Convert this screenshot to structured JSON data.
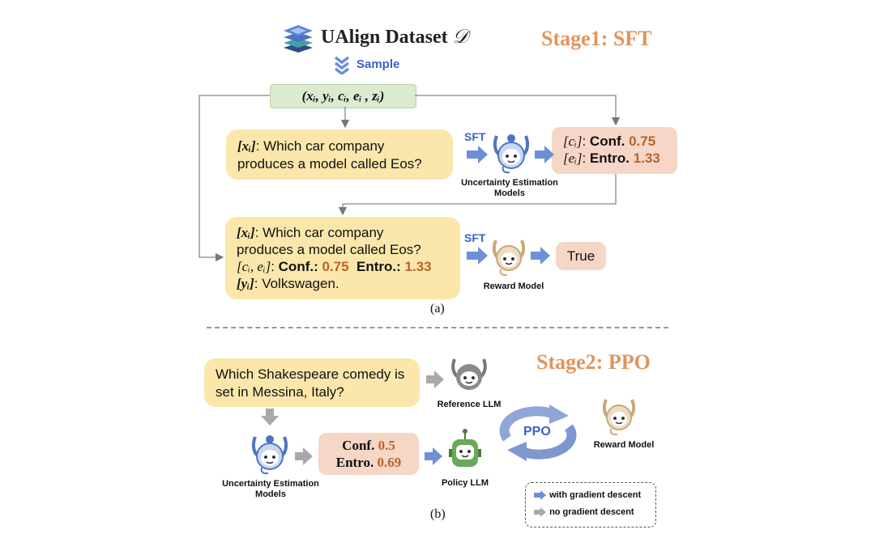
{
  "stage1": {
    "title": "Stage1: SFT",
    "dataset_title": "UAlign Dataset",
    "dataset_symbol": "𝒟",
    "sample_label": "Sample",
    "tuple_label": "(xᵢ, yᵢ, cᵢ, eᵢ , zᵢ)",
    "question_box": {
      "line1_tag": "[xᵢ]",
      "line1_rest": ": Which car company",
      "line2": "produces a model called Eos?"
    },
    "sft_label_1": "SFT",
    "ue_model_label": "Uncertainty Estimation Models",
    "scores_box": {
      "conf_tag": "[cᵢ]",
      "conf_label": "Conf.",
      "conf_value": "0.75",
      "entro_tag": "[eᵢ]",
      "entro_label": "Entro.",
      "entro_value": "1.33"
    },
    "reward_input_box": {
      "line1_tag": "[xᵢ]",
      "line1_rest": ": Which car company",
      "line2": "produces a model called Eos?",
      "line3_tag": "[cᵢ, eᵢ]",
      "conf_label": "Conf.:",
      "conf_value": "0.75",
      "entro_label": "Entro.:",
      "entro_value": "1.33",
      "line4_tag": "[yᵢ]",
      "line4_rest": ": Volkswagen."
    },
    "sft_label_2": "SFT",
    "reward_model_label": "Reward Model",
    "output_label": "True",
    "caption": "(a)"
  },
  "stage2": {
    "title": "Stage2: PPO",
    "question_line1": "Which Shakespeare comedy is",
    "question_line2": "set in Messina, Italy?",
    "reference_llm_label": "Reference LLM",
    "ue_model_label": "Uncertainty Estimation Models",
    "scores": {
      "conf_label": "Conf.",
      "conf_value": "0.5",
      "entro_label": "Entro.",
      "entro_value": "0.69"
    },
    "policy_llm_label": "Policy LLM",
    "ppo_label": "PPO",
    "reward_model_label": "Reward Model",
    "legend": {
      "with_gradient": "with gradient descent",
      "no_gradient": "no gradient descent"
    },
    "caption": "(b)"
  },
  "colors": {
    "yellow_box": "#fbe7ab",
    "peach_box": "#f6d6c6",
    "green_box": "#dcebd0",
    "orange_value": "#b7652c",
    "stage_title": "#e1945c",
    "sft_blue": "#3c62c4",
    "arrow_blue": "#6d8fd8",
    "arrow_gray": "#a9a9a9"
  }
}
